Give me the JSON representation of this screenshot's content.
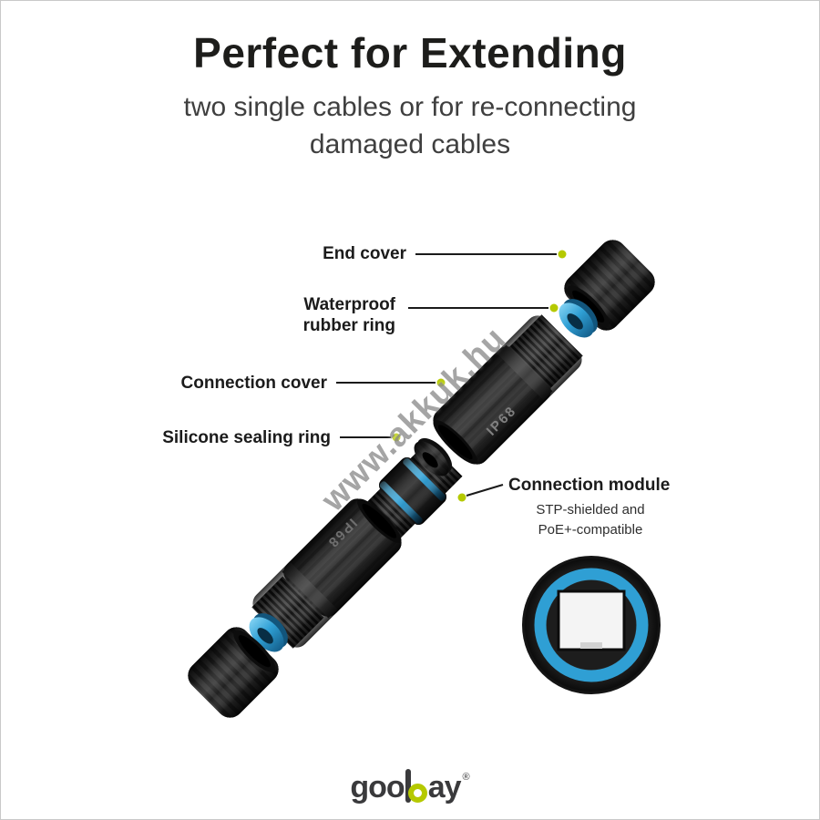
{
  "header": {
    "title": "Perfect for Extending",
    "subtitle_line1": "two single cables or for re-connecting",
    "subtitle_line2": "damaged cables"
  },
  "watermark": "www.akkuk.hu",
  "callouts": {
    "end_cover": {
      "label": "End cover"
    },
    "waterproof_rubber_ring": {
      "line1": "Waterproof",
      "line2": "rubber ring"
    },
    "connection_cover": {
      "label": "Connection cover"
    },
    "silicone_sealing_ring": {
      "label": "Silicone sealing ring"
    },
    "connection_module": {
      "label": "Connection module",
      "sub_line1": "STP-shielded and",
      "sub_line2": "PoE+-compatible"
    }
  },
  "diagram": {
    "markings": {
      "cover_top": "IP68",
      "cover_bottom": "IP68"
    },
    "colors": {
      "part_dark": "#2f2f2f",
      "ring_blue": "#2f9fd4",
      "accent_lime": "#b5c900",
      "watermark_gray": "#8f8f8f"
    }
  },
  "footer": {
    "brand_prefix": "goo",
    "brand_suffix": "ay",
    "registered": "®"
  }
}
